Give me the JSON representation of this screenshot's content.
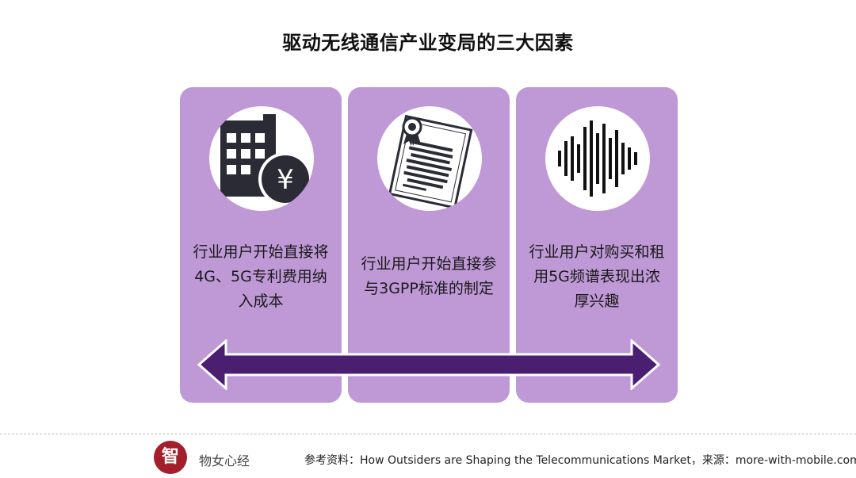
{
  "title": "驱动无线通信产业变局的三大因素",
  "cards": [
    {
      "icon": "calculator-yuan-icon",
      "lines": [
        "行业用户开始直接将",
        "4G、5G专利费用纳",
        "入成本"
      ]
    },
    {
      "icon": "certificate-document-icon",
      "lines": [
        "行业用户开始直接参",
        "与3GPP标准的制定"
      ]
    },
    {
      "icon": "sound-wave-icon",
      "lines": [
        "行业用户对购买和租",
        "用5G频谱表现出浓",
        "厚兴趣"
      ]
    }
  ],
  "footer": {
    "logo_char": "智",
    "brand": "物女心经",
    "source": "参考资料：How Outsiders are Shaping the Telecommunications Market，来源：more-with-mobile.com"
  },
  "colors": {
    "card": "#bf98d6",
    "arrow": "#4a1f72",
    "logo": "#a31f2b"
  }
}
